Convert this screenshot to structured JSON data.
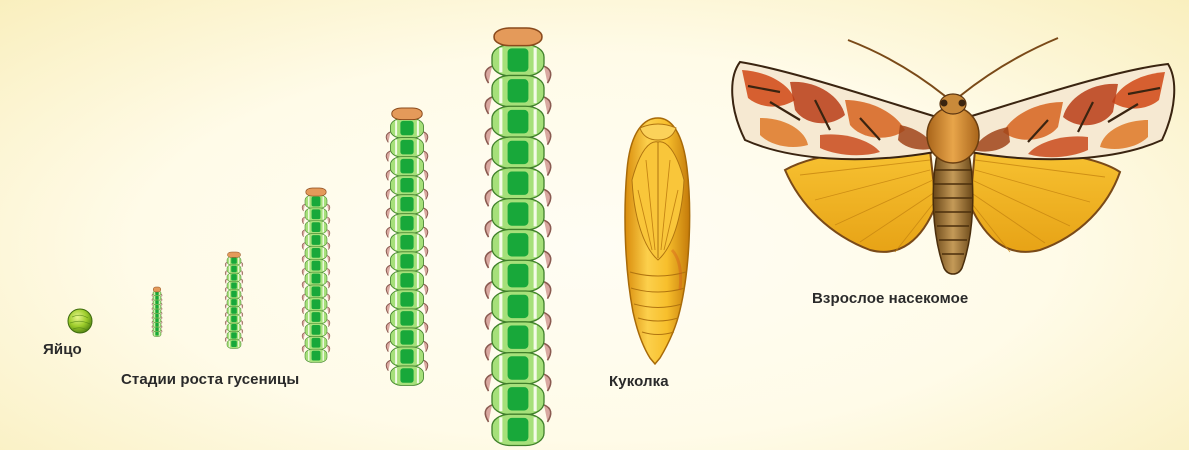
{
  "labels": {
    "egg": "Яйцо",
    "larva": "Стадии роста гусеницы",
    "pupa": "Куколка",
    "adult": "Взрослое насекомое"
  },
  "colors": {
    "background": "#fffbe8",
    "caterpillar_light": "#a6e07a",
    "caterpillar_dark": "#18a83a",
    "caterpillar_head": "#e49a5a",
    "pupa": "#f2b624",
    "moth_forewing_red": "#d3501e",
    "moth_hindwing": "#f2b021",
    "moth_body": "#9a6e34"
  },
  "stages": [
    {
      "icon": "egg-icon"
    },
    {
      "icon": "caterpillar-icon"
    },
    {
      "icon": "caterpillar-icon"
    },
    {
      "icon": "caterpillar-icon"
    },
    {
      "icon": "caterpillar-icon"
    },
    {
      "icon": "caterpillar-icon"
    },
    {
      "icon": "pupa-icon"
    },
    {
      "icon": "moth-icon"
    }
  ]
}
